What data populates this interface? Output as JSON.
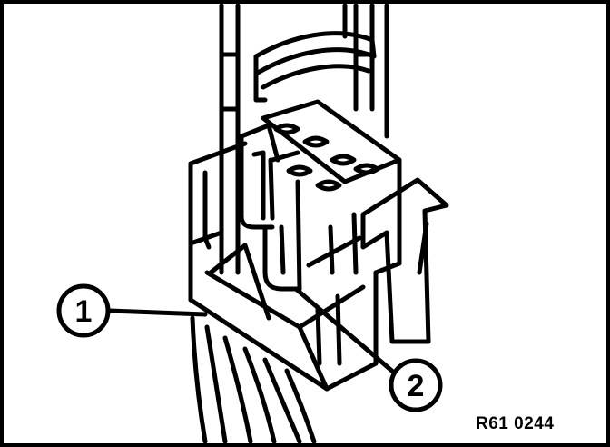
{
  "figure": {
    "callouts": [
      {
        "label": "1"
      },
      {
        "label": "2"
      }
    ],
    "reference_code": "R61 0244"
  },
  "colors": {
    "ink": "#000000",
    "paper": "#ffffff"
  }
}
